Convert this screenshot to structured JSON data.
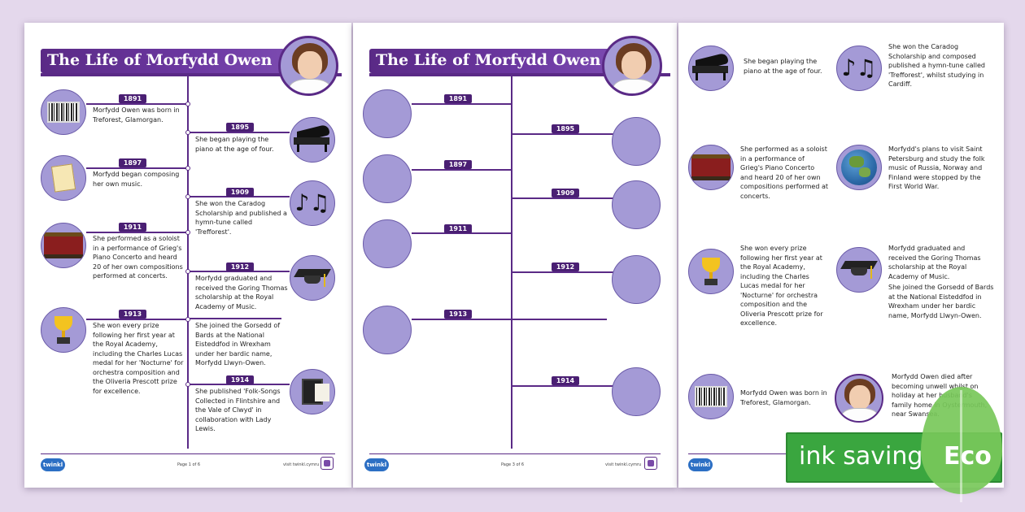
{
  "title": "The Life of Morfydd Owen",
  "sheet1": {
    "entries": [
      {
        "year": "1891",
        "text": "Morfydd Owen was born in Treforest, Glamorgan.",
        "icon": "barcode-icon"
      },
      {
        "year": "1895",
        "text": "She began playing the piano at the age of four.",
        "icon": "piano-icon"
      },
      {
        "year": "1897",
        "text": "Morfydd began composing her own music.",
        "icon": "sheet-music-icon"
      },
      {
        "year": "1909",
        "text": "She won the Caradog Scholarship and published a hymn-tune called 'Trefforest'.",
        "icon": "music-notes-icon"
      },
      {
        "year": "1911",
        "text": "She performed as a soloist in a performance of Grieg's Piano Concerto and heard 20 of her own compositions performed at concerts.",
        "icon": "stage-icon"
      },
      {
        "year": "1912",
        "text": "Morfydd graduated and received the Goring Thomas scholarship at the Royal Academy of Music.",
        "text2": "She joined the Gorsedd of Bards at the National Eisteddfod in Wrexham under her bardic name, Morfydd Llwyn-Owen.",
        "icon": "graduation-cap-icon"
      },
      {
        "year": "1913",
        "text": "She won every prize following her first year at the Royal Academy, including the Charles Lucas medal for her 'Nocturne' for orchestra composition and the Oliveria Prescott prize for excellence.",
        "icon": "trophy-icon"
      },
      {
        "year": "1914",
        "text": "She published 'Folk-Songs Collected in Flintshire and the Vale of Clwyd' in collaboration with Lady Lewis.",
        "icon": "book-icon"
      }
    ],
    "footer": {
      "logo": "twinkl",
      "page": "Page 1 of 6",
      "visit": "visit twinkl.cymru"
    }
  },
  "sheet2": {
    "years": [
      "1891",
      "1895",
      "1897",
      "1909",
      "1911",
      "1912",
      "1913",
      "1914"
    ],
    "footer": {
      "logo": "twinkl",
      "page": "Page 3 of 6",
      "visit": "visit twinkl.cymru"
    }
  },
  "sheet3": {
    "cards": [
      {
        "text": "She began playing the piano at the age of four.",
        "icon": "piano-icon"
      },
      {
        "text": "She won the Caradog Scholarship and composed published a hymn-tune called 'Trefforest', whilst studying in Cardiff.",
        "icon": "music-notes-icon"
      },
      {
        "text": "She performed as a soloist in a performance of Grieg's Piano Concerto and heard 20 of her own compositions performed at concerts.",
        "icon": "stage-icon"
      },
      {
        "text": "Morfydd's plans to visit Saint Petersburg and study the folk music of Russia, Norway and Finland were stopped by the First World War.",
        "icon": "globe-icon"
      },
      {
        "text": "She won every prize following her first year at the Royal Academy, including the Charles Lucas medal for her 'Nocturne' for orchestra composition and the Oliveria Prescott prize for excellence.",
        "icon": "trophy-icon"
      },
      {
        "text": "Morfydd graduated and received the Goring Thomas scholarship at the Royal Academy of Music.",
        "text2": "She joined the Gorsedd of Bards at the National Eisteddfod in Wrexham under her bardic name, Morfydd Llwyn-Owen.",
        "icon": "graduation-cap-icon"
      },
      {
        "text": "Morfydd Owen was born in Treforest, Glamorgan.",
        "icon": "barcode-icon"
      },
      {
        "text": "Morfydd Owen died after becoming unwell whilst on holiday at her husband's family home in Oystermouth, near Swansea.",
        "icon": "portrait-icon"
      }
    ],
    "footer": {
      "logo": "twinkl"
    }
  },
  "badge": {
    "ink_saving": "ink saving",
    "eco": "Eco",
    "color": "#3aa63f"
  },
  "colors": {
    "accent": "#5a2a86",
    "circle": "#a49ad6",
    "background": "#e4d8ec"
  }
}
